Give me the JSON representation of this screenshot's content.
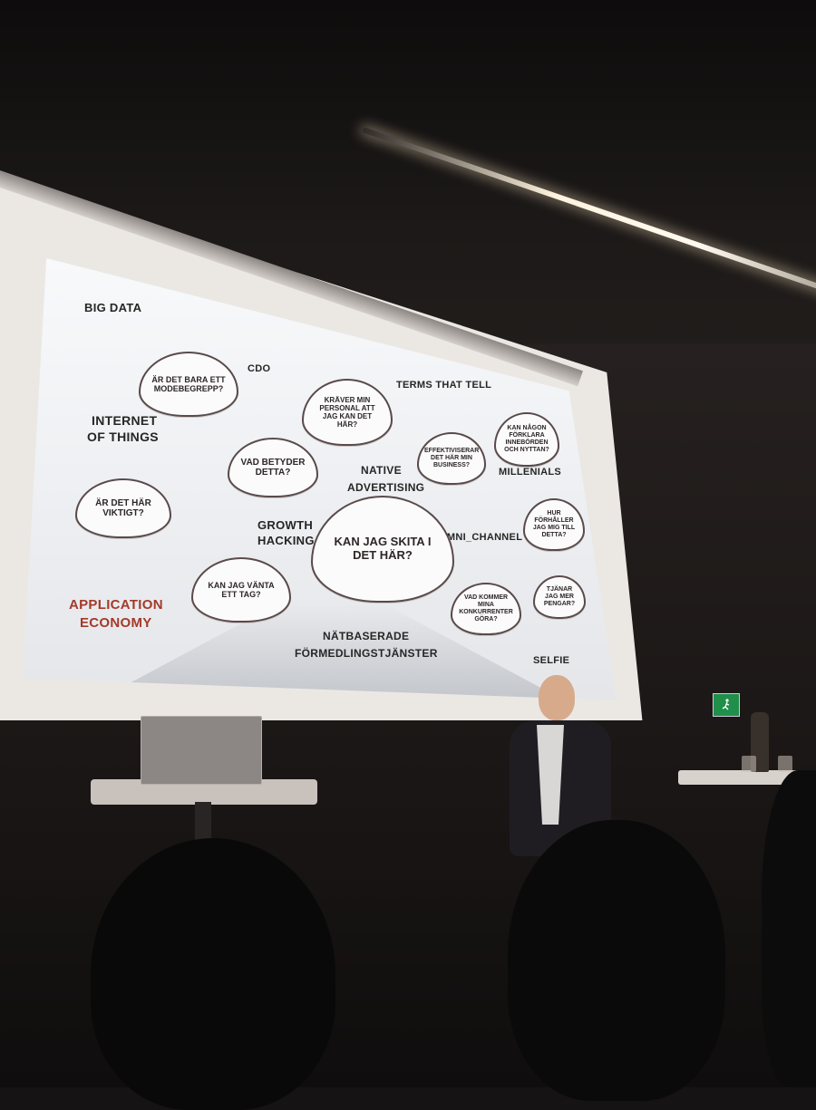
{
  "slide": {
    "terms": [
      {
        "key": "big_data",
        "text": "BIG DATA"
      },
      {
        "key": "cdo",
        "text": "CDO"
      },
      {
        "key": "terms_that_tell",
        "text": "TERMS THAT TELL"
      },
      {
        "key": "iot_1",
        "text": "INTERNET"
      },
      {
        "key": "iot_2",
        "text": "OF THINGS"
      },
      {
        "key": "native_1",
        "text": "NATIVE"
      },
      {
        "key": "native_2",
        "text": "ADVERTISING"
      },
      {
        "key": "millenials",
        "text": "MILLENIALS"
      },
      {
        "key": "growth_1",
        "text": "GROWTH"
      },
      {
        "key": "growth_2",
        "text": "HACKING"
      },
      {
        "key": "omni",
        "text": "OMNI_CHANNEL"
      },
      {
        "key": "app_1",
        "text": "APPLICATION"
      },
      {
        "key": "app_2",
        "text": "ECONOMY"
      },
      {
        "key": "nat_1",
        "text": "NÄTBASERADE"
      },
      {
        "key": "nat_2",
        "text": "FÖRMEDLINGSTJÄNSTER"
      },
      {
        "key": "selfie",
        "text": "SELFIE"
      }
    ],
    "clouds": {
      "modebegrepp": "ÄR DET BARA ETT MODEBEGREPP?",
      "personal": "KRÄVER MIN PERSONAL ATT JAG KAN DET HÄR?",
      "forklara": "KAN NÅGON FÖRKLARA INNEBÖRDEN OCH NYTTAN?",
      "vad_betyder": "VAD BETYDER DETTA?",
      "effektiviserar": "EFFEKTIVISERAR DET HÄR MIN BUSINESS?",
      "viktigt": "ÄR DET HÄR VIKTIGT?",
      "main": "KAN JAG SKITA I DET HÄR?",
      "forhaller": "HUR FÖRHÅLLER JAG MIG TILL DETTA?",
      "vanta": "KAN JAG VÄNTA ETT TAG?",
      "konkurrenter": "VAD KOMMER MINA KONKURRENTER GÖRA?",
      "pengar": "TJÄNAR JAG MER PENGAR?"
    }
  }
}
